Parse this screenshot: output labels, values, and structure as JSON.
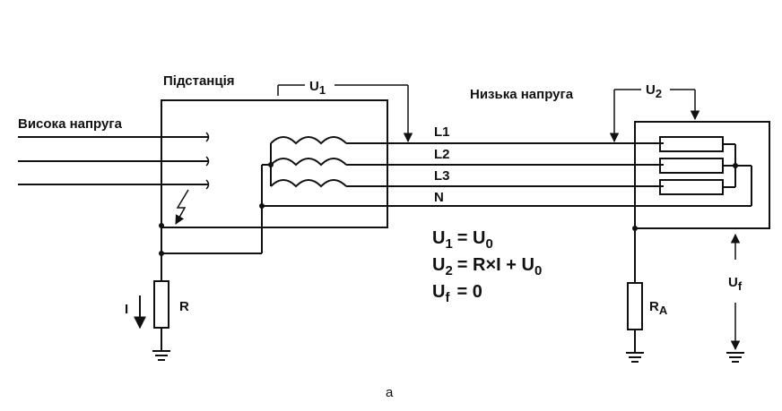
{
  "labels": {
    "substation": "Підстанція",
    "high_voltage": "Висока напруга",
    "low_voltage": "Низька напруга",
    "u1": {
      "main": "U",
      "sub": "1"
    },
    "u2": {
      "main": "U",
      "sub": "2"
    },
    "uf": {
      "main": "U",
      "sub": "f"
    },
    "resistor_r": "R",
    "resistor_ra": {
      "main": "R",
      "sub": "A"
    },
    "current": "I",
    "caption": "a"
  },
  "conductors": [
    "L1",
    "L2",
    "L3",
    "N"
  ],
  "equations": [
    {
      "lhs": "U",
      "lhs_sub": "1",
      "rhs": "= U",
      "rhs_sub": "0",
      "tail": ""
    },
    {
      "lhs": "U",
      "lhs_sub": "2",
      "rhs": "= R×I + U",
      "rhs_sub": "0",
      "tail": ""
    },
    {
      "lhs": "U",
      "lhs_sub": "f",
      "rhs": "= 0",
      "rhs_sub": "",
      "tail": ""
    }
  ],
  "colors": {
    "line": "#111111",
    "background": "#ffffff"
  }
}
